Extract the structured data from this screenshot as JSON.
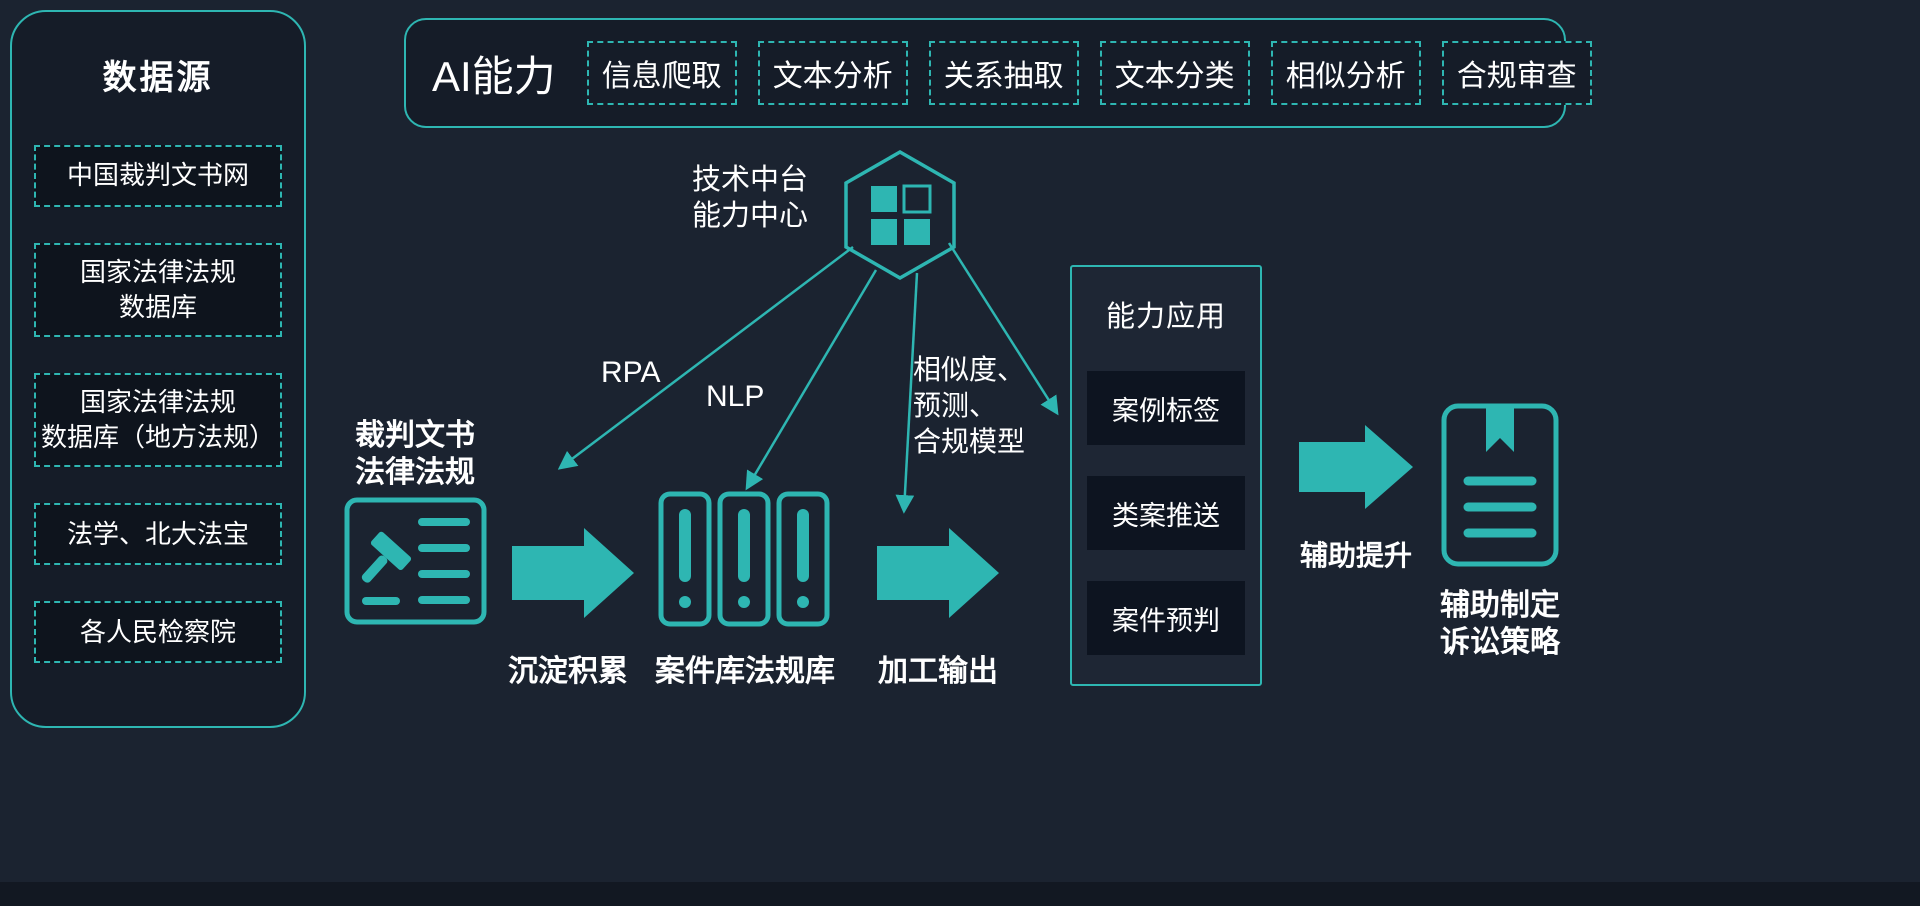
{
  "colors": {
    "background": "#1b2330",
    "accent": "#2eb6b2",
    "box_background": "#0e141d",
    "text": "#ffffff"
  },
  "data_sources": {
    "title": "数据源",
    "items": [
      {
        "label": "中国裁判文书网"
      },
      {
        "label": "国家法律法规\n数据库"
      },
      {
        "label": "国家法律法规\n数据库（地方法规）"
      },
      {
        "label": "法学、北大法宝"
      },
      {
        "label": "各人民检察院"
      }
    ]
  },
  "ai_panel": {
    "title": "AI能力",
    "items": [
      {
        "label": "信息爬取"
      },
      {
        "label": "文本分析"
      },
      {
        "label": "关系抽取"
      },
      {
        "label": "文本分类"
      },
      {
        "label": "相似分析"
      },
      {
        "label": "合规审查"
      }
    ]
  },
  "platform": {
    "label": "技术中台\n能力中心",
    "icon": "hexagon-grid-icon"
  },
  "arrows": {
    "rpa_label": "RPA",
    "nlp_label": "NLP",
    "model_label": "相似度、\n预测、\n合规模型"
  },
  "flow": {
    "input_label": "裁判文书\n法律法规",
    "input_icon": "judgment-document-gavel-icon",
    "step1_caption": "沉淀积累",
    "step2_caption": "案件库法规库",
    "step2_icon": "case-law-library-binders-icon",
    "step3_caption": "加工输出",
    "assist_caption": "辅助提升",
    "output_label": "辅助制定\n诉讼策略",
    "output_icon": "bookmark-document-icon"
  },
  "capability_app": {
    "title": "能力应用",
    "items": [
      {
        "label": "案例标签"
      },
      {
        "label": "类案推送"
      },
      {
        "label": "案件预判"
      }
    ]
  }
}
